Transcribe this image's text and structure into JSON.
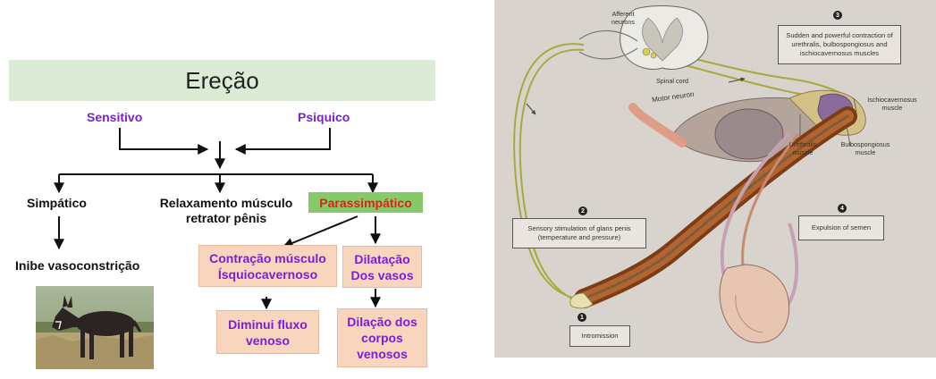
{
  "left": {
    "title": "Ereção",
    "sensitivo": "Sensitivo",
    "psiquico": "Psiquico",
    "simpatico": "Simpático",
    "relaxamento_line1": "Relaxamento músculo",
    "relaxamento_line2": "retrator pênis",
    "parassimpatico": "Parassimpático",
    "inibe": "Inibe vasoconstrição",
    "contracao_line1": "Contração músculo",
    "contracao_line2": "Ísquiocavernoso",
    "dilatacao_line1": "Dilatação",
    "dilatacao_line2": "Dos vasos",
    "diminui_line1": "Diminui fluxo",
    "diminui_line2": "venoso",
    "dilacao_line1": "Dilação dos",
    "dilacao_line2": "corpos",
    "dilacao_line3": "venosos"
  },
  "right": {
    "afferent": "Afferent neurons",
    "spinal_cord": "Spinal cord",
    "motor_neuron": "Motor neuron",
    "step3_num": "3",
    "step3_line1": "Sudden and powerful contraction of",
    "step3_line2": "urethralis, bulbospongiosus and",
    "step3_line3": "ischiocavernosus muscles",
    "ischio_line1": "Ischiocavernosus",
    "ischio_line2": "muscle",
    "urethralis_line1": "Urethralis",
    "urethralis_line2": "muscle",
    "bulbo_line1": "Bulbospongiosus",
    "bulbo_line2": "muscle",
    "step2_num": "2",
    "step2_line1": "Sensory stimulation of glans penis",
    "step2_line2": "(temperature and pressure)",
    "step4_num": "4",
    "step4_text": "Expulsion of semen",
    "step1_num": "1",
    "step1_text": "Intromission"
  },
  "colors": {
    "title_bg": "#dcebd5",
    "purple_text": "#7a1fd6",
    "orange_box": "#f8d5bd",
    "green_box": "#86c96a",
    "red_text": "#e2201a",
    "panel_bg": "#d8d4cd"
  }
}
